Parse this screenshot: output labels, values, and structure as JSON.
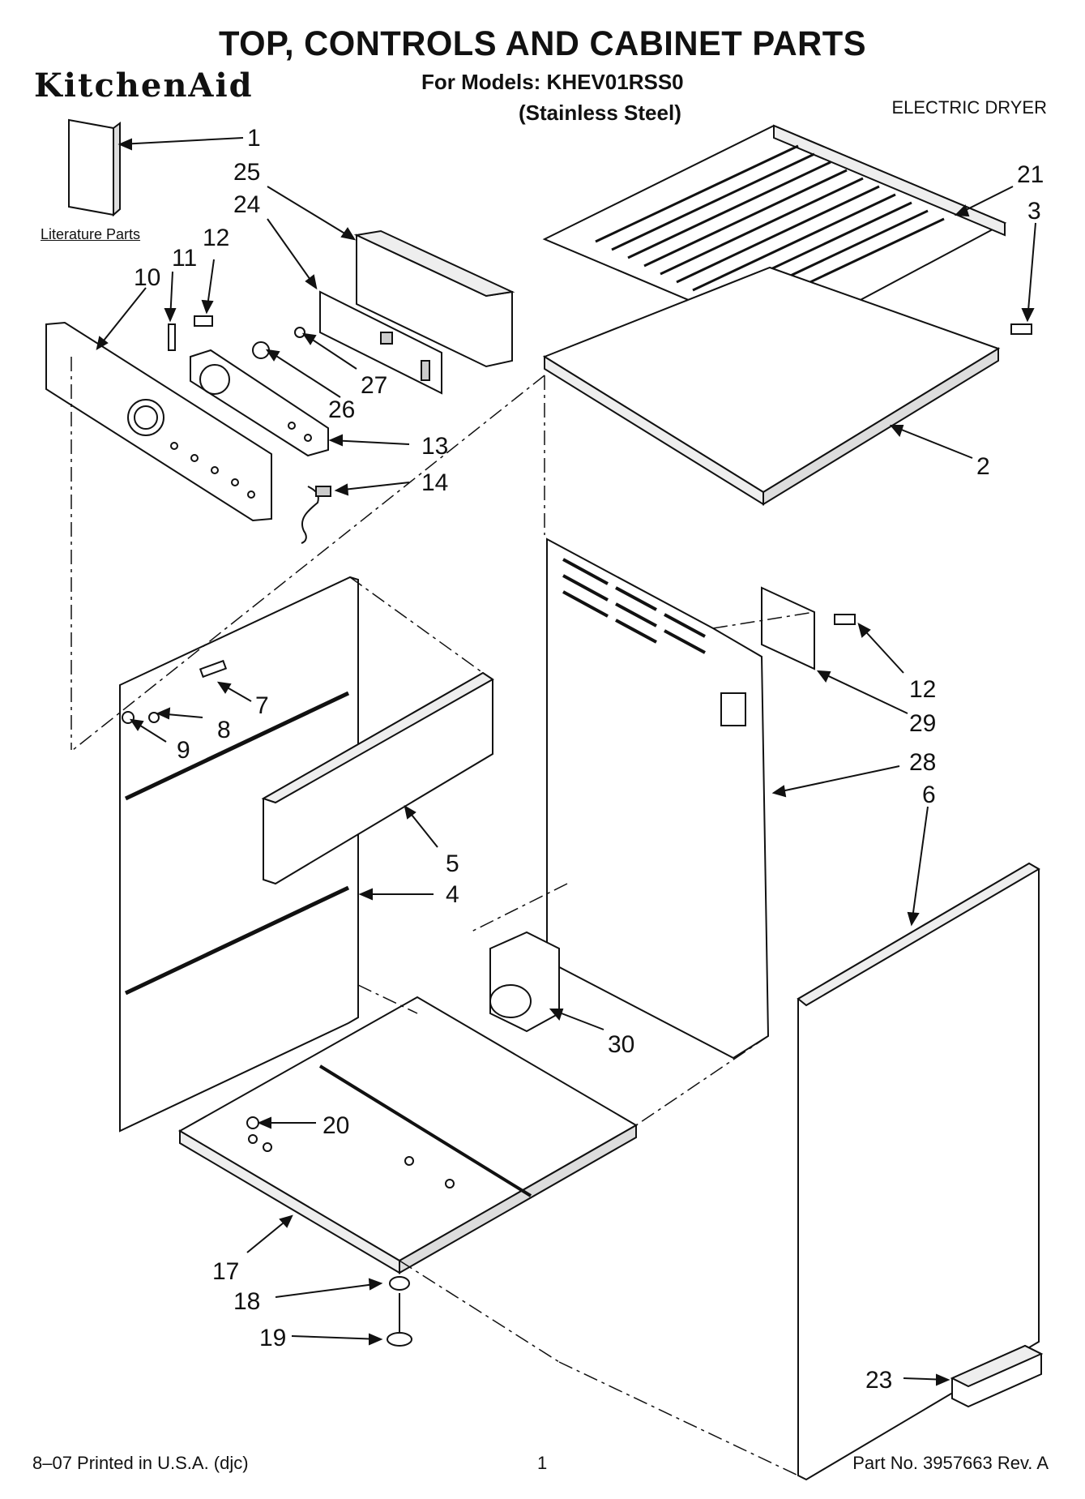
{
  "header": {
    "title": "TOP, CONTROLS  AND CABINET PARTS",
    "brand": "KitchenAid",
    "models_line": "For Models: KHEV01RSS0",
    "finish": "(Stainless Steel)",
    "appliance_type": "ELECTRIC DRYER"
  },
  "literature_label": "Literature Parts",
  "callouts": [
    "1",
    "25",
    "24",
    "21",
    "3",
    "12",
    "11",
    "10",
    "27",
    "26",
    "13",
    "14",
    "2",
    "12",
    "29",
    "28",
    "6",
    "7",
    "8",
    "9",
    "5",
    "4",
    "30",
    "20",
    "17",
    "18",
    "19",
    "23"
  ],
  "footer": {
    "printed": "8–07 Printed in U.S.A. (djc)",
    "page": "1",
    "part_no": "Part No. 3957663 Rev. A"
  }
}
